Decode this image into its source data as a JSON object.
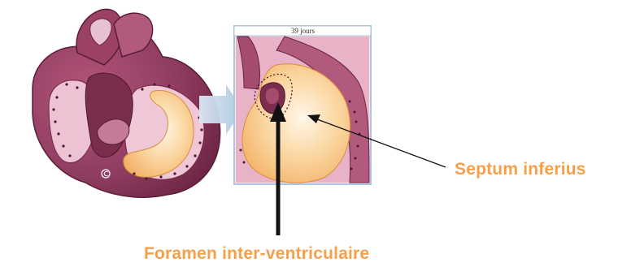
{
  "labels": {
    "septum": "Septum inferius",
    "foramen": "Foramen inter-ventriculaire"
  },
  "panel": {
    "caption": "39 jours"
  },
  "colors": {
    "label_orange": "#f5a04a",
    "arrow_black": "#111111",
    "panel_border": "#a9c6de",
    "tissue_dark": "#7a2d4c",
    "tissue_mid": "#a44b6e",
    "tissue_light": "#e9b7c9",
    "cushion_yellow": "#f7c98a",
    "transition_arrow": "#b9d3ea"
  },
  "icons": {
    "copyright": "copyright-symbol"
  }
}
